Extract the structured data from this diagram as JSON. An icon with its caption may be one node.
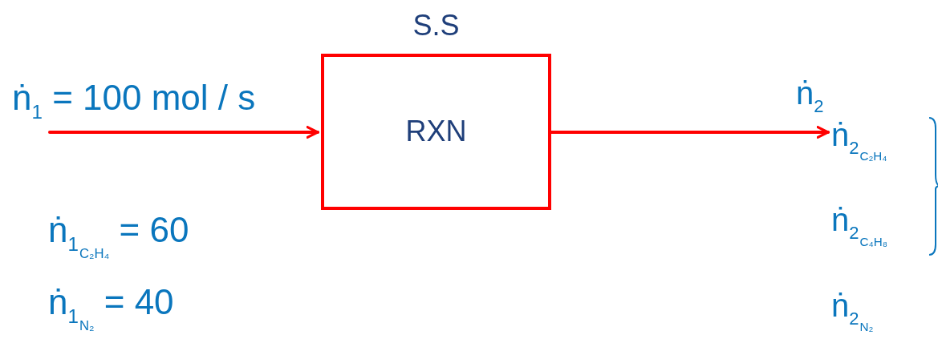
{
  "diagram": {
    "nodes": [
      {
        "text": [
          "S.S",
          "RXN"
        ]
      },
      {
        "text": [
          "ṅ$_{2}$$_{C₂H₄}$",
          "ṅ$_{2}$$_{C₄H₈}$",
          "ṅ$_{2}$$_{N₂}$"
        ]
      }
    ],
    "edges": [
      {
        "from": null,
        "to": 0,
        "arrow": "to",
        "label": "ṅ$_{1}$ = 100 mol / s"
      },
      {
        "from": 0,
        "to": 1,
        "arrow": "to",
        "label": "ṅ$_{2}$"
      }
    ],
    "labels": [
      "ṅ$_{1}$$_{C₂H₄}$ = 60",
      "ṅ$_{1}$$_{N₂}$ = 40"
    ]
  }
}
